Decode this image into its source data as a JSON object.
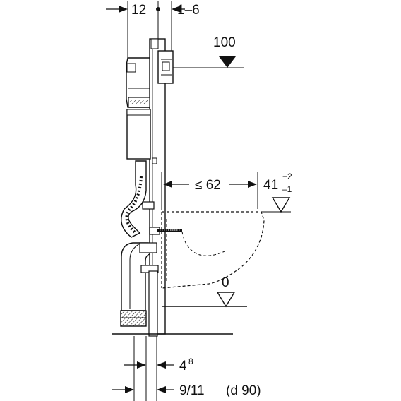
{
  "dimensions": {
    "top_left": "12",
    "top_right": "1–6",
    "elevation_100": "100",
    "bowl_depth": "≤ 62",
    "seat_height": "41",
    "seat_tol_plus": "+2",
    "seat_tol_minus": "–1",
    "floor_level": "0",
    "bottom_wall": "4",
    "bottom_wall_sup": "8",
    "bottom_pipe": "9/11",
    "pipe_diameter": "(d 90)"
  },
  "icons": {
    "level_marker_filled": "filled-triangle-level-icon",
    "level_marker_open": "open-triangle-level-icon",
    "dimension_arrow": "filled-arrowhead-icon"
  }
}
